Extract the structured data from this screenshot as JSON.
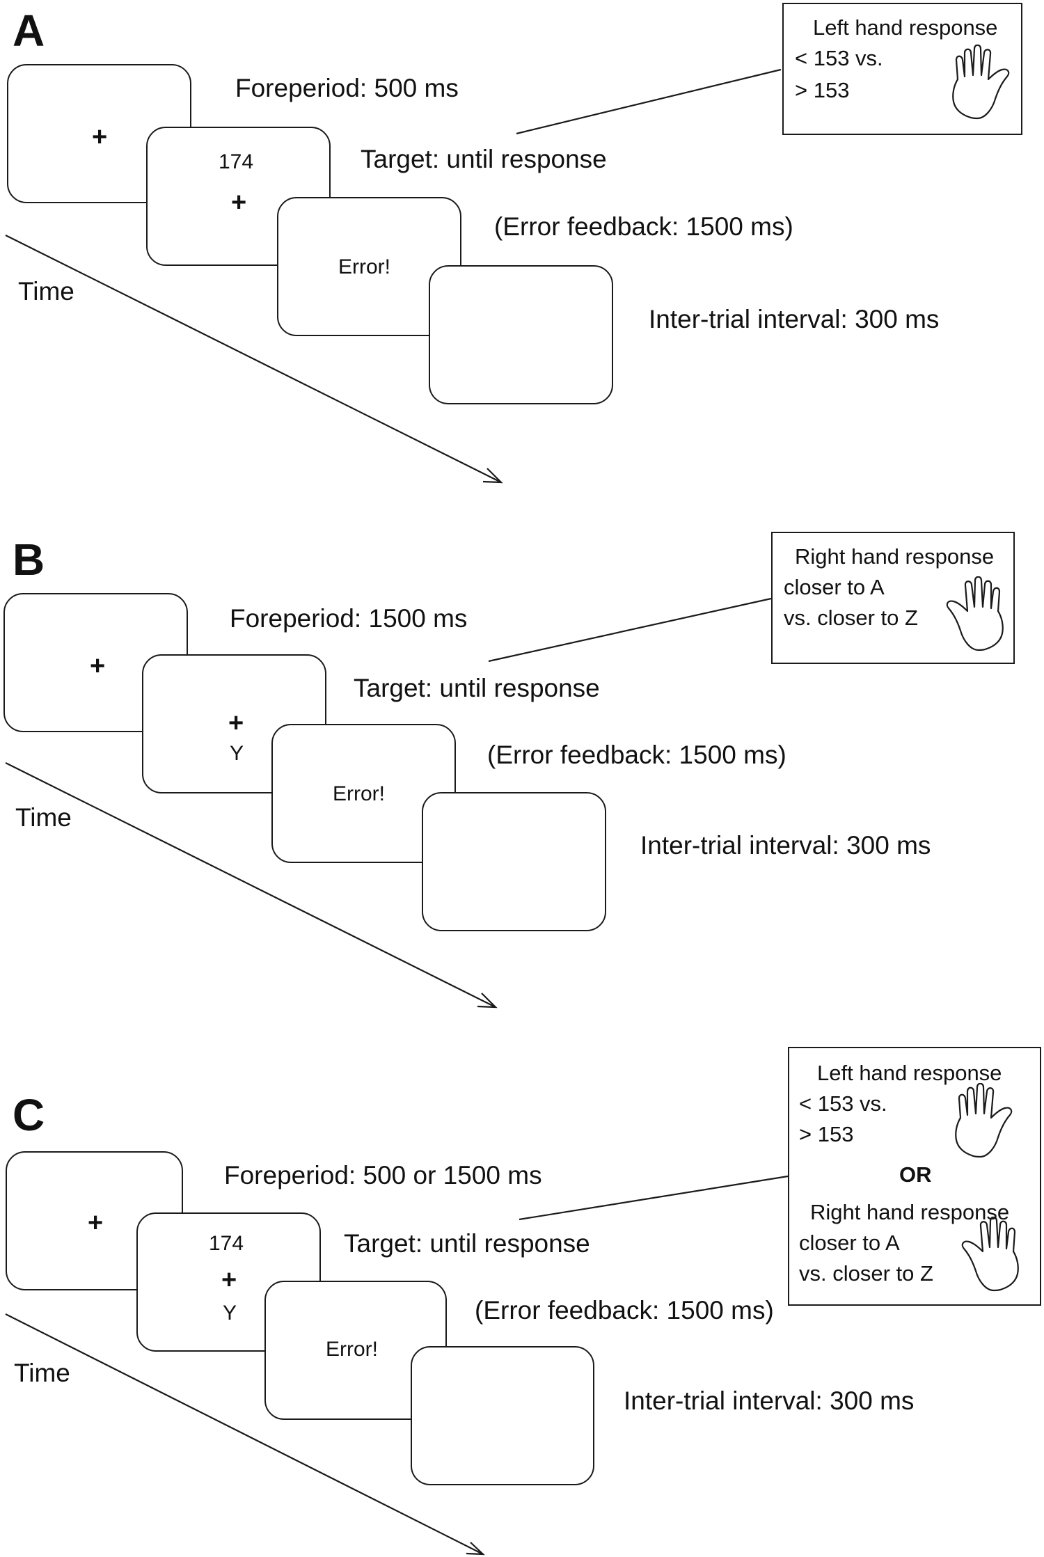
{
  "panels": [
    {
      "letter": "A",
      "screens": {
        "fixation": "+",
        "target_number": "174",
        "target_fixation": "+",
        "feedback": "Error!"
      },
      "labels": {
        "foreperiod": "Foreperiod: 500 ms",
        "target": "Target: until response",
        "feedback": "(Error feedback: 1500 ms)",
        "iti": "Inter-trial interval: 300 ms",
        "time": "Time"
      },
      "response_box": {
        "title": "Left hand response",
        "line1": "< 153 vs.",
        "line2": "> 153"
      }
    },
    {
      "letter": "B",
      "screens": {
        "fixation": "+",
        "target_fixation": "+",
        "target_letter": "Y",
        "feedback": "Error!"
      },
      "labels": {
        "foreperiod": "Foreperiod: 1500 ms",
        "target": "Target: until response",
        "feedback": "(Error feedback: 1500 ms)",
        "iti": "Inter-trial interval: 300 ms",
        "time": "Time"
      },
      "response_box": {
        "title": "Right hand response",
        "line1": "closer to A",
        "line2": "vs. closer to Z"
      }
    },
    {
      "letter": "C",
      "screens": {
        "fixation": "+",
        "target_number": "174",
        "target_fixation": "+",
        "target_letter": "Y",
        "feedback": "Error!"
      },
      "labels": {
        "foreperiod": "Foreperiod: 500 or 1500 ms",
        "target": "Target: until response",
        "feedback": "(Error feedback: 1500 ms)",
        "iti": "Inter-trial interval: 300 ms",
        "time": "Time"
      },
      "response_box": {
        "title1": "Left hand response",
        "line1": "< 153 vs.",
        "line2": "> 153",
        "or": "OR",
        "title2": "Right hand response",
        "line3": "closer to A",
        "line4": "vs. closer to Z"
      }
    }
  ],
  "icons": {
    "hand": "hand-outline-icon"
  }
}
